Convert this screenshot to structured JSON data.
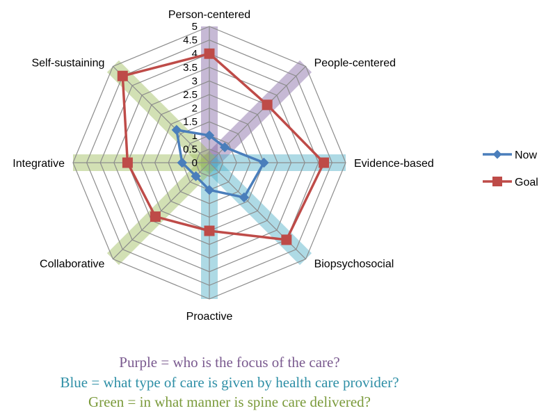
{
  "chart_data": {
    "type": "radar",
    "categories": [
      "Person-centered",
      "People-centered",
      "Evidence-based",
      "Biopsychosocial",
      "Proactive",
      "Collaborative",
      "Integrative",
      "Self-sustaining"
    ],
    "series": [
      {
        "name": "Now",
        "color": "#4a7ebb",
        "marker": "diamond",
        "values": [
          1,
          0.8,
          2,
          1.8,
          1,
          0.7,
          1,
          1.7
        ]
      },
      {
        "name": "Goal",
        "color": "#be4b48",
        "marker": "square",
        "values": [
          4,
          3,
          4.2,
          4,
          2.5,
          2.8,
          3,
          4.5
        ]
      }
    ],
    "rlim": [
      0,
      5
    ],
    "ticks": [
      "0",
      "0.5",
      "1",
      "1.5",
      "2",
      "2.5",
      "3",
      "3.5",
      "4",
      "4.5",
      "5"
    ],
    "grid": true,
    "legend": "right",
    "highlights": [
      {
        "group": "purple",
        "color": "#8064a2",
        "axes": [
          "Person-centered",
          "People-centered"
        ]
      },
      {
        "group": "blue",
        "color": "#4bacc6",
        "axes": [
          "Evidence-based",
          "Biopsychosocial",
          "Proactive"
        ]
      },
      {
        "group": "green",
        "color": "#9bbb59",
        "axes": [
          "Collaborative",
          "Integrative",
          "Self-sustaining"
        ]
      }
    ]
  },
  "captions": [
    {
      "text": "Purple = who is the focus of the care?",
      "color": "#7a5a8f"
    },
    {
      "text": "Blue = what type of care is given by health care provider?",
      "color": "#2e8fa6"
    },
    {
      "text": "Green = in what manner is spine care delivered?",
      "color": "#7a9a3a"
    }
  ]
}
